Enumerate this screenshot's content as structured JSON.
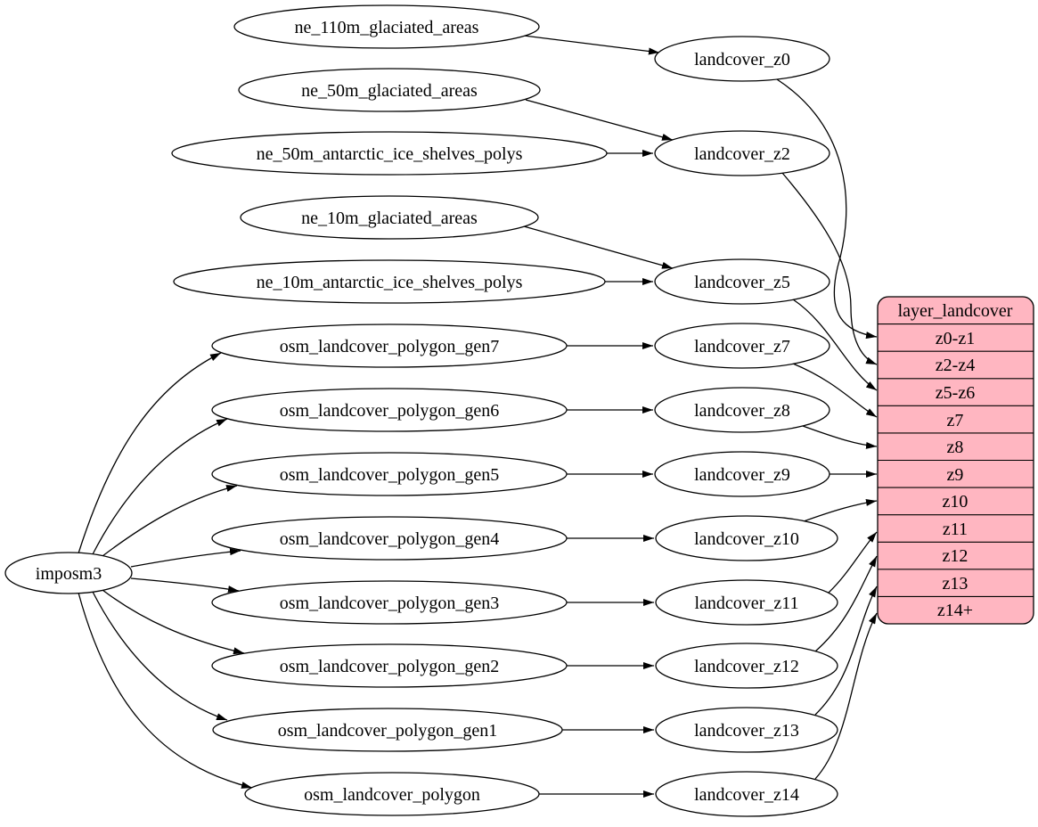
{
  "colors": {
    "table_fill": "#ffb6c1",
    "node_fill": "#ffffff",
    "stroke": "#000000",
    "background": "#ffffff"
  },
  "nodes": {
    "imposm3": "imposm3",
    "ne_110m_glaciated_areas": "ne_110m_glaciated_areas",
    "ne_50m_glaciated_areas": "ne_50m_glaciated_areas",
    "ne_50m_antarctic_ice_shelves_polys": "ne_50m_antarctic_ice_shelves_polys",
    "ne_10m_glaciated_areas": "ne_10m_glaciated_areas",
    "ne_10m_antarctic_ice_shelves_polys": "ne_10m_antarctic_ice_shelves_polys",
    "osm_landcover_polygon_gen7": "osm_landcover_polygon_gen7",
    "osm_landcover_polygon_gen6": "osm_landcover_polygon_gen6",
    "osm_landcover_polygon_gen5": "osm_landcover_polygon_gen5",
    "osm_landcover_polygon_gen4": "osm_landcover_polygon_gen4",
    "osm_landcover_polygon_gen3": "osm_landcover_polygon_gen3",
    "osm_landcover_polygon_gen2": "osm_landcover_polygon_gen2",
    "osm_landcover_polygon_gen1": "osm_landcover_polygon_gen1",
    "osm_landcover_polygon": "osm_landcover_polygon",
    "landcover_z0": "landcover_z0",
    "landcover_z2": "landcover_z2",
    "landcover_z5": "landcover_z5",
    "landcover_z7": "landcover_z7",
    "landcover_z8": "landcover_z8",
    "landcover_z9": "landcover_z9",
    "landcover_z10": "landcover_z10",
    "landcover_z11": "landcover_z11",
    "landcover_z12": "landcover_z12",
    "landcover_z13": "landcover_z13",
    "landcover_z14": "landcover_z14"
  },
  "table": {
    "title": "layer_landcover",
    "rows": [
      "z0-z1",
      "z2-z4",
      "z5-z6",
      "z7",
      "z8",
      "z9",
      "z10",
      "z11",
      "z12",
      "z13",
      "z14+"
    ]
  },
  "edges": [
    {
      "from": "imposm3",
      "to": "osm_landcover_polygon_gen7"
    },
    {
      "from": "imposm3",
      "to": "osm_landcover_polygon_gen6"
    },
    {
      "from": "imposm3",
      "to": "osm_landcover_polygon_gen5"
    },
    {
      "from": "imposm3",
      "to": "osm_landcover_polygon_gen4"
    },
    {
      "from": "imposm3",
      "to": "osm_landcover_polygon_gen3"
    },
    {
      "from": "imposm3",
      "to": "osm_landcover_polygon_gen2"
    },
    {
      "from": "imposm3",
      "to": "osm_landcover_polygon_gen1"
    },
    {
      "from": "imposm3",
      "to": "osm_landcover_polygon"
    },
    {
      "from": "ne_110m_glaciated_areas",
      "to": "landcover_z0"
    },
    {
      "from": "ne_50m_glaciated_areas",
      "to": "landcover_z2"
    },
    {
      "from": "ne_50m_antarctic_ice_shelves_polys",
      "to": "landcover_z2"
    },
    {
      "from": "ne_10m_glaciated_areas",
      "to": "landcover_z5"
    },
    {
      "from": "ne_10m_antarctic_ice_shelves_polys",
      "to": "landcover_z5"
    },
    {
      "from": "osm_landcover_polygon_gen7",
      "to": "landcover_z7"
    },
    {
      "from": "osm_landcover_polygon_gen6",
      "to": "landcover_z8"
    },
    {
      "from": "osm_landcover_polygon_gen5",
      "to": "landcover_z9"
    },
    {
      "from": "osm_landcover_polygon_gen4",
      "to": "landcover_z10"
    },
    {
      "from": "osm_landcover_polygon_gen3",
      "to": "landcover_z11"
    },
    {
      "from": "osm_landcover_polygon_gen2",
      "to": "landcover_z12"
    },
    {
      "from": "osm_landcover_polygon_gen1",
      "to": "landcover_z13"
    },
    {
      "from": "osm_landcover_polygon",
      "to": "landcover_z14"
    },
    {
      "from": "landcover_z0",
      "to": "layer_landcover.z0-z1"
    },
    {
      "from": "landcover_z2",
      "to": "layer_landcover.z2-z4"
    },
    {
      "from": "landcover_z5",
      "to": "layer_landcover.z5-z6"
    },
    {
      "from": "landcover_z7",
      "to": "layer_landcover.z7"
    },
    {
      "from": "landcover_z8",
      "to": "layer_landcover.z8"
    },
    {
      "from": "landcover_z9",
      "to": "layer_landcover.z9"
    },
    {
      "from": "landcover_z10",
      "to": "layer_landcover.z10"
    },
    {
      "from": "landcover_z11",
      "to": "layer_landcover.z11"
    },
    {
      "from": "landcover_z12",
      "to": "layer_landcover.z12"
    },
    {
      "from": "landcover_z13",
      "to": "layer_landcover.z13"
    },
    {
      "from": "landcover_z14",
      "to": "layer_landcover.z14+"
    }
  ]
}
